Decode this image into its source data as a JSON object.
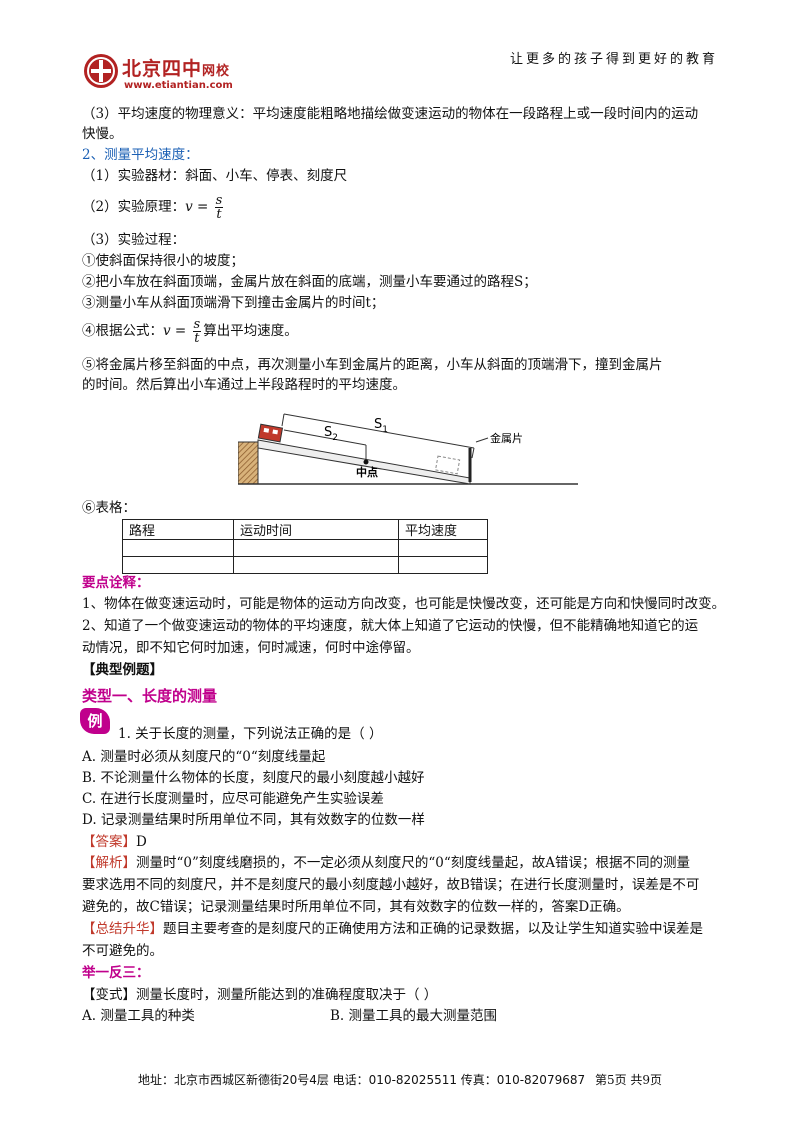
{
  "header": {
    "slogan": "让更多的孩子得到更好的教育",
    "logo_name": "北京四中",
    "logo_suffix": "网校",
    "logo_url": "www.etiantian.com"
  },
  "content": {
    "p3a": "（3）平均速度的物理意义：平均速度能粗略地描绘做变速运动的物体在一段路程上或一段时间内的运动",
    "p3b": "快慢。",
    "sec2": "2、测量平均速度：",
    "equip": "（1）实验器材：斜面、小车、停表、刻度尺",
    "principle_label": "（2）实验原理：",
    "formula_v": "v",
    "formula_eq": " = ",
    "formula_num": "s",
    "formula_den": "t",
    "process": "（3）实验过程：",
    "step1": "①使斜面保持很小的坡度；",
    "step2": "②把小车放在斜面顶端，金属片放在斜面的底端，测量小车要通过的路程S；",
    "step3": "③测量小车从斜面顶端滑下到撞击金属片的时间t；",
    "step4_label": "④根据公式：",
    "step4_tail": "算出平均速度。",
    "step5a": "⑤将金属片移至斜面的中点，再次测量小车到金属片的距离，小车从斜面的顶端滑下，撞到金属片",
    "step5b": "的时间。然后算出小车通过上半段路程时的平均速度。",
    "step6": "⑥表格："
  },
  "diagram": {
    "label_s1": "S",
    "label_s1_sub": "1",
    "label_s2": "S",
    "label_s2_sub": "2",
    "label_mid": "中点",
    "label_metal": "金属片"
  },
  "table": {
    "headers": [
      "路程",
      "运动时间",
      "平均速度"
    ]
  },
  "notes": {
    "title": "要点诠释：",
    "n1": "1、物体在做变速运动时，可能是物体的运动方向改变，也可能是快慢改变，还可能是方向和快慢同时改变。",
    "n2a": "2、知道了一个做变速运动的物体的平均速度，就大体上知道了它运动的快慢，但不能精确地知道它的运",
    "n2b": "动情况，即不知它何时加速，何时减速，何时中途停留。"
  },
  "examples": {
    "heading": "【典型例题】",
    "type1": "类型一、长度的测量",
    "badge": "例",
    "q1": "1. 关于长度的测量，下列说法正确的是（      ）",
    "optA": "A. 测量时必须从刻度尺的“0“刻度线量起",
    "optB": "B. 不论测量什么物体的长度，刻度尺的最小刻度越小越好",
    "optC": "C. 在进行长度测量时，应尽可能避免产生实验误差",
    "optD": "D. 记录测量结果时所用单位不同，其有效数字的位数一样",
    "answer_tag": "【答案】",
    "answer": "D",
    "analysis_tag": "【解析】",
    "analysis_a": "测量时“0”刻度线磨损的，不一定必须从刻度尺的“0“刻度线量起，故A错误；根据不同的测量",
    "analysis_b": "要求选用不同的刻度尺，并不是刻度尺的最小刻度越小越好，故B错误；在进行长度测量时，误差是不可",
    "analysis_c": "避免的，故C错误；记录测量结果时所用单位不同，其有效数字的位数一样的，答案D正确。",
    "summary_tag": "【总结升华】",
    "summary_a": "题目主要考查的是刻度尺的正确使用方法和正确的记录数据，以及让学生知道实验中误差是",
    "summary_b": "不可避免的。",
    "extend": "举一反三：",
    "variant": "【变式】测量长度时，测量所能达到的准确程度取决于（      ）",
    "vA": "A. 测量工具的种类",
    "vB": "B. 测量工具的最大测量范围"
  },
  "footer": {
    "contact": "地址：北京市西城区新德街20号4层  电话：010-82025511  传真：010-82079687",
    "page": "第5页  共9页"
  }
}
